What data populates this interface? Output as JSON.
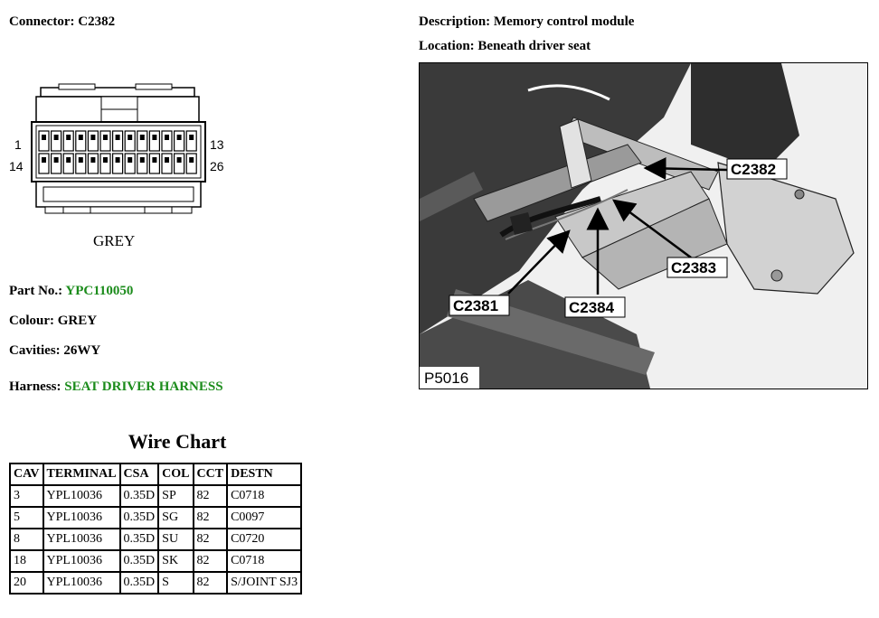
{
  "left": {
    "connector_label": "Connector:",
    "connector_value": "C2382",
    "drawing": {
      "pin_first_top": "1",
      "pin_last_top": "13",
      "pin_first_bottom": "14",
      "pin_last_bottom": "26",
      "colour_text": "GREY"
    },
    "part_label": "Part No.:",
    "part_value": "YPC110050",
    "colour_label": "Colour:",
    "colour_value": "GREY",
    "cavities_label": "Cavities:",
    "cavities_value": "26WY",
    "harness_label": "Harness:",
    "harness_value": "SEAT DRIVER HARNESS"
  },
  "right": {
    "description_label": "Description:",
    "description_value": "Memory control module",
    "location_label": "Location:",
    "location_value": "Beneath driver seat",
    "callouts": {
      "c2382": "C2382",
      "c2383": "C2383",
      "c2381": "C2381",
      "c2384": "C2384"
    },
    "figure_id": "P5016"
  },
  "wire_chart": {
    "title": "Wire Chart",
    "columns": [
      "CAV",
      "TERMINAL",
      "CSA",
      "COL",
      "CCT",
      "DESTN"
    ],
    "rows": [
      [
        "3",
        "YPL10036",
        "0.35D",
        "SP",
        "82",
        "C0718"
      ],
      [
        "5",
        "YPL10036",
        "0.35D",
        "SG",
        "82",
        "C0097"
      ],
      [
        "8",
        "YPL10036",
        "0.35D",
        "SU",
        "82",
        "C0720"
      ],
      [
        "18",
        "YPL10036",
        "0.35D",
        "SK",
        "82",
        "C0718"
      ],
      [
        "20",
        "YPL10036",
        "0.35D",
        "S",
        "82",
        "S/JOINT SJ3"
      ]
    ]
  },
  "colors": {
    "green_text": "#1c8c1c"
  }
}
